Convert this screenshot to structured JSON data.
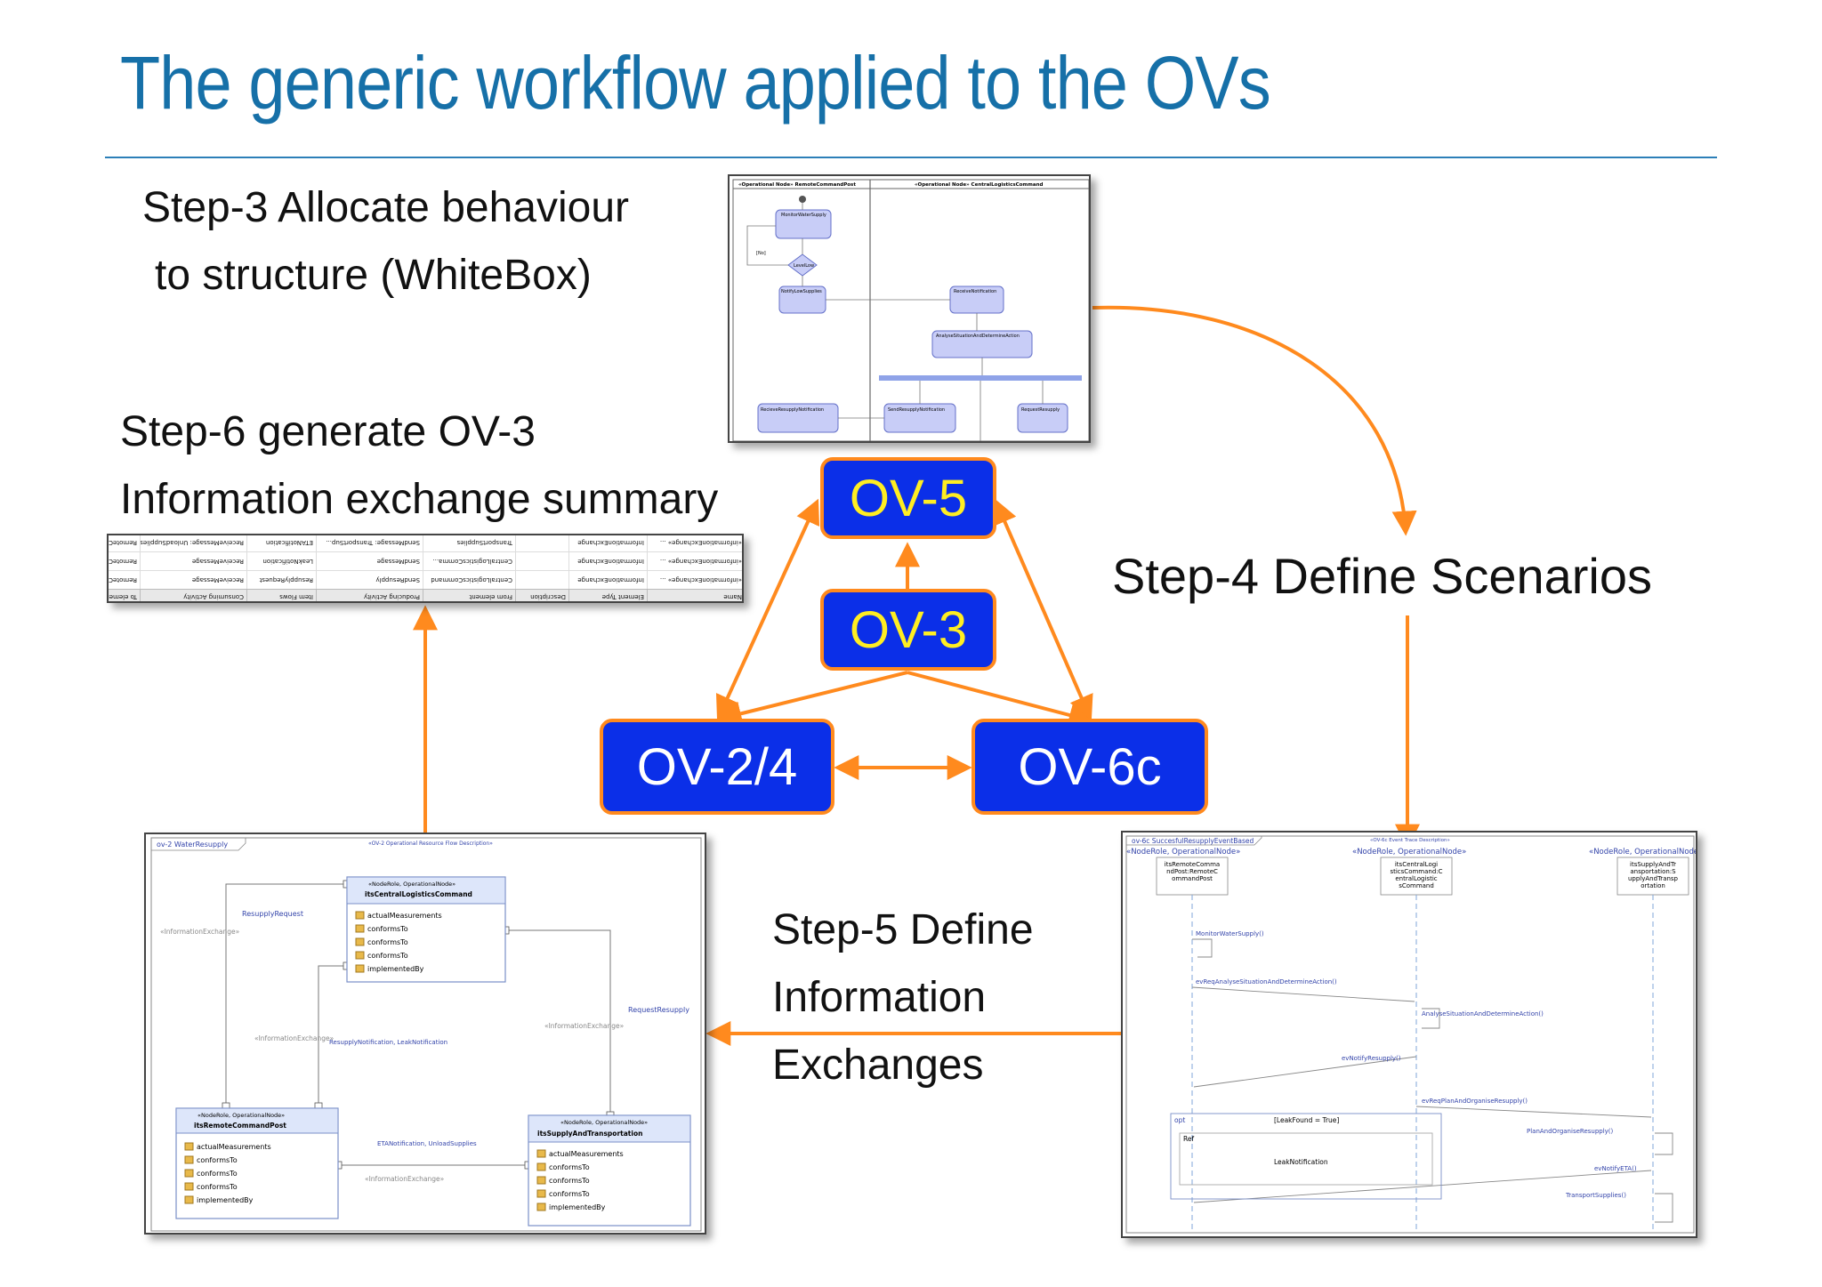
{
  "slide": {
    "title": "The generic workflow applied to the OVs"
  },
  "steps": {
    "step3": {
      "line1": "Step-3 Allocate behaviour",
      "line2": "to structure (WhiteBox)"
    },
    "step6": {
      "line1": "Step-6 generate OV-3",
      "line2": "Information exchange summary"
    },
    "step4": {
      "line1": "Step-4 Define Scenarios"
    },
    "step5": {
      "line1": "Step-5 Define",
      "line2": "Information",
      "line3": "Exchanges"
    }
  },
  "ov_boxes": {
    "ov5": "OV-5",
    "ov3": "OV-3",
    "ov24": "OV-2/4",
    "ov6c": "OV-6c"
  },
  "activity_diagram": {
    "lane_left": "«Operational Node» RemoteCommandPost",
    "lane_right": "«Operational Node» CentralLogisticsCommand",
    "actions": {
      "monitor": "MonitorWaterSupply",
      "decision": "LevelLow",
      "guard": "[No]",
      "notify": "NotifyLowSupplies",
      "receive_notif": "ReceiveNotification",
      "analyse": "AnalyseSituationAndDetermineAction",
      "receive_resupply": "RecieveResupplyNotification",
      "send_resupply": "SendResupplyNotification",
      "request_resupply": "RequestResupply"
    }
  },
  "ov3_table": {
    "headers": [
      "Name",
      "Element Type",
      "Description",
      "From element",
      "Producing Activity",
      "Item Flows",
      "Consuming Activity",
      "To element"
    ],
    "rows": [
      [
        "«informationExchange» ...",
        "InformationExchange",
        "",
        "CentralLogisticsCommand",
        "SendResupply",
        "ResupplyRequest",
        "ReceiveMessage",
        "RemoteComm..."
      ],
      [
        "«informationExchange» ...",
        "InformationExchange",
        "",
        "CentralLogisticsComma...",
        "SendMessage",
        "LeakNotification",
        "ReceiveMessage",
        "RemoteComm..."
      ],
      [
        "«informationExchange» ...",
        "InformationExchange",
        "",
        "TransportSupplies",
        "SendMessage: TransportSup...",
        "ETANotification",
        "ReceiveMessage: UnloadSupplies",
        "RemoteComm..."
      ]
    ]
  },
  "ov2_diagram": {
    "frame_label": "ov-2 WaterResupply",
    "frame_stereotype": "«OV-2 Operational Resource Flow Description»",
    "central": {
      "stereo": "«NodeRole, OperationalNode»",
      "name": "itsCentralLogisticsCommand",
      "features": [
        "actualMeasurements",
        "conformsTo",
        "conformsTo",
        "conformsTo",
        "implementedBy"
      ]
    },
    "remote": {
      "stereo": "«NodeRole, OperationalNode»",
      "name": "itsRemoteCommandPost",
      "features": [
        "actualMeasurements",
        "conformsTo",
        "conformsTo",
        "conformsTo",
        "implementedBy"
      ]
    },
    "supply": {
      "stereo": "«NodeRole, OperationalNode»",
      "name": "itsSupplyAndTransportation",
      "features": [
        "actualMeasurements",
        "conformsTo",
        "conformsTo",
        "conformsTo",
        "implementedBy"
      ]
    },
    "labels": {
      "resupply_request": "ResupplyRequest",
      "ie_left": "«InformationExchange»",
      "ie_mid": "«InformationExchange»",
      "notif_pair": "ResupplyNotification, LeakNotification",
      "request_resupply": "RequestResupply",
      "ie_right": "«InformationExchange»",
      "eta_pair": "ETANotification, UnloadSupplies",
      "ie_bottom": "«InformationExchange»"
    }
  },
  "ov6c_diagram": {
    "frame_label": "ov-6c SuccesfulResupplyEventBased",
    "frame_stereotype": "«OV-6c Event Trace Description»",
    "lifelines": {
      "left_stereo": "«NodeRole, OperationalNode»",
      "left_name": "itsRemoteCommandPost:RemoteCommandPost",
      "mid_stereo": "«NodeRole, OperationalNode»",
      "mid_name": "itsCentralLogisticsCommand:CentralLogisticsCommand",
      "right_stereo": "«NodeRole, OperationalNode»",
      "right_name": "itsSupplyAndTransportation:SupplyAndTransportation"
    },
    "messages": {
      "m1": "MonitorWaterSupply()",
      "m2": "evReqAnalyseSituationAndDetermineAction()",
      "m3": "AnalyseSituationAndDetermineAction()",
      "m4": "evNotifyResupply()",
      "m5": "evReqPlanAndOrganiseResupply()",
      "m6": "PlanAndOrganiseResupply()",
      "m7": "evNotifyETA()",
      "m8": "TransportSupplies()"
    },
    "fragments": {
      "opt": "opt",
      "guard": "[LeakFound = True]",
      "ref": "Ref",
      "ref_name": "LeakNotification"
    }
  }
}
